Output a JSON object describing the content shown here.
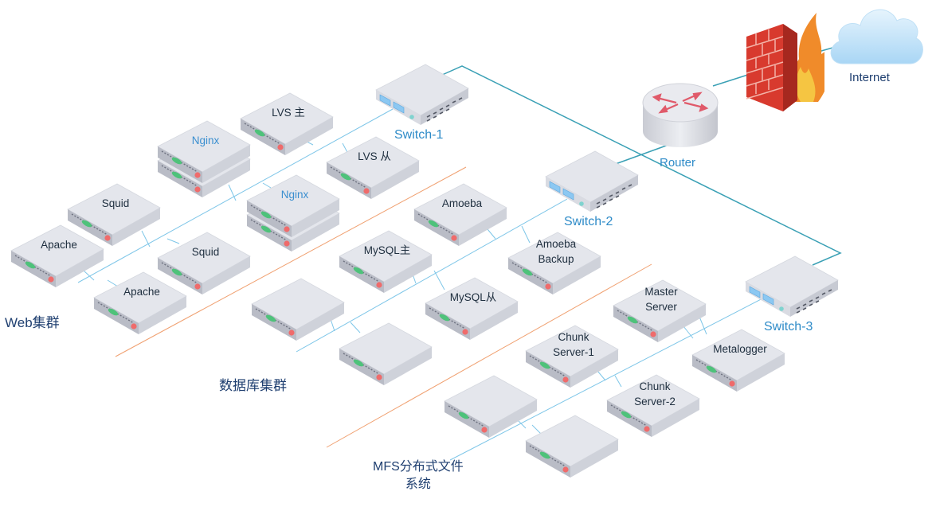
{
  "groups": {
    "web": "Web集群",
    "db": "数据库集群",
    "mfs": "MFS分布式文件\n系统"
  },
  "network": {
    "switch1": "Switch-1",
    "switch2": "Switch-2",
    "switch3": "Switch-3",
    "router": "Router",
    "internet": "Internet"
  },
  "devices": {
    "lvs_master": "LVS 主",
    "lvs_slave": "LVS 从",
    "nginx_1": "Nginx",
    "nginx_2": "Nginx",
    "squid_1": "Squid",
    "squid_2": "Squid",
    "apache_1": "Apache",
    "apache_2": "Apache",
    "amoeba": "Amoeba",
    "amoeba_backup": "Amoeba\nBackup",
    "mysql_master": "MySQL主",
    "mysql_slave": "MySQL从",
    "db_unlabeled_1": "",
    "db_unlabeled_2": "",
    "master_server": "Master\nServer",
    "metalogger": "Metalogger",
    "chunk_server_1": "Chunk\nServer-1",
    "chunk_server_2": "Chunk\nServer-2",
    "mfs_unlabeled_1": "",
    "mfs_unlabeled_2": ""
  },
  "colors": {
    "link": "#3aa0b5",
    "divider": "#f0a070",
    "server_top": "#e4e6ec",
    "led_green": "#4ec27a",
    "led_red": "#ef6b6b",
    "port_blue": "#8cc8f2"
  }
}
